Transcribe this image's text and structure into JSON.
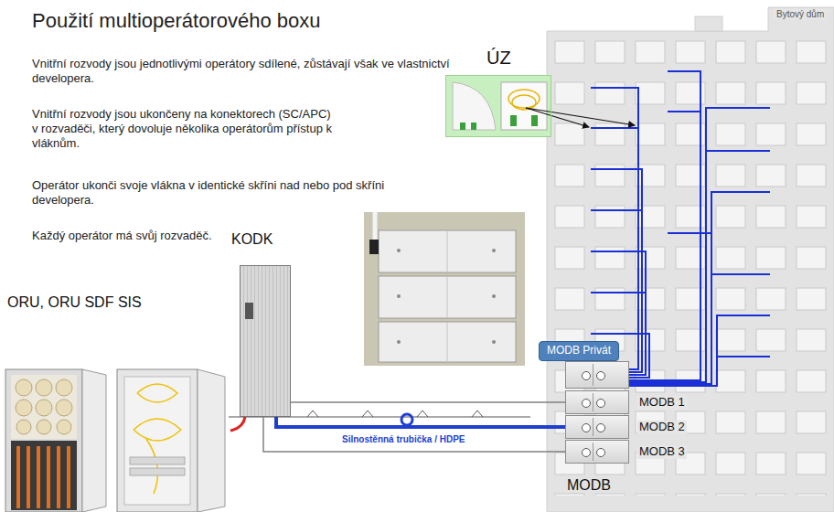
{
  "diagram": {
    "title": "Použití multioperátorového boxu",
    "nodes": [
      {
        "text": [
          "ÚZ"
        ]
      },
      {
        "text": [
          "KODK"
        ]
      },
      {
        "text": [
          "MODB"
        ]
      },
      {
        "text": [
          "MODB Privát"
        ],
        "in": 2
      },
      {
        "text": [
          "MODB 1"
        ],
        "in": 2
      },
      {
        "text": [
          "MODB 2"
        ],
        "in": 2
      },
      {
        "text": [
          "MODB 3"
        ],
        "in": 2
      }
    ],
    "edges": [
      {
        "from": 1,
        "to": 4,
        "arrow": "none"
      },
      {
        "from": 1,
        "to": 5,
        "arrow": "none"
      },
      {
        "from": 1,
        "to": 6,
        "arrow": "none"
      }
    ],
    "labels": [
      "Vnitřní rozvody jsou jednotlivými operátory sdílené, zůstávají však ve vlastnictví developera.",
      "Vnitřní rozvody jsou ukončeny na konektorech (SC/APC) v rozvaděči, který dovoluje několika operátorům přístup k vláknům.",
      "Operátor ukonči svoje vlákna v identické skříni nad nebo pod skříni developera.",
      "Každý operátor má svůj rozvaděč.",
      "ORU, ORU SDF SIS",
      "Silnostěnná trubička / HDPE",
      "Bytový dům"
    ]
  }
}
